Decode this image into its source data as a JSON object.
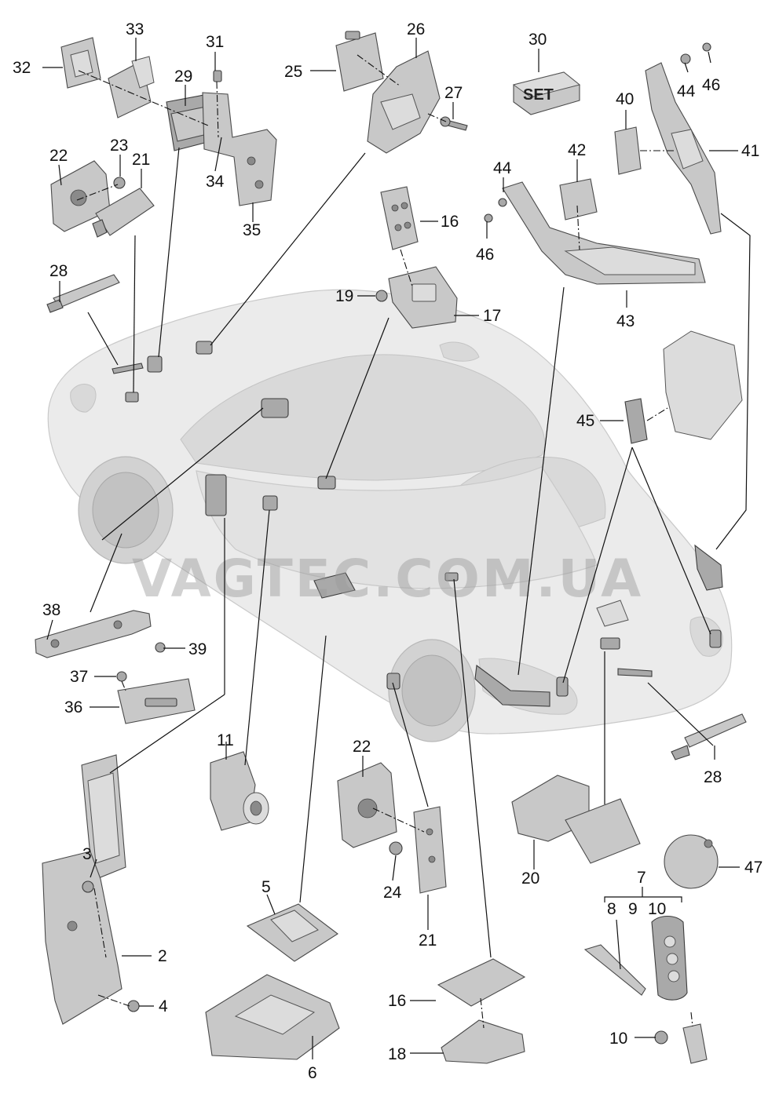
{
  "watermark": "VAGTEC.COM.UA",
  "set_box_text": "SET",
  "callouts": {
    "c2": "2",
    "c3": "3",
    "c4": "4",
    "c5": "5",
    "c6": "6",
    "c7": "7",
    "c8": "8",
    "c9": "9",
    "c10a": "10",
    "c10b": "10",
    "c11": "11",
    "c16a": "16",
    "c16b": "16",
    "c17": "17",
    "c18": "18",
    "c19": "19",
    "c20": "20",
    "c21a": "21",
    "c21b": "21",
    "c22a": "22",
    "c22b": "22",
    "c23": "23",
    "c24": "24",
    "c25": "25",
    "c26": "26",
    "c27": "27",
    "c28a": "28",
    "c28b": "28",
    "c29": "29",
    "c30": "30",
    "c31": "31",
    "c32": "32",
    "c33": "33",
    "c34": "34",
    "c35": "35",
    "c36": "36",
    "c37": "37",
    "c38": "38",
    "c39": "39",
    "c40": "40",
    "c41": "41",
    "c42": "42",
    "c43": "43",
    "c44a": "44",
    "c44b": "44",
    "c45": "45",
    "c46a": "46",
    "c46b": "46",
    "c47": "47"
  },
  "colors": {
    "ink": "#111111",
    "part_fill": "#c8c8c8",
    "car_body": "#ebebeb",
    "watermark": "#9a9a9a"
  }
}
